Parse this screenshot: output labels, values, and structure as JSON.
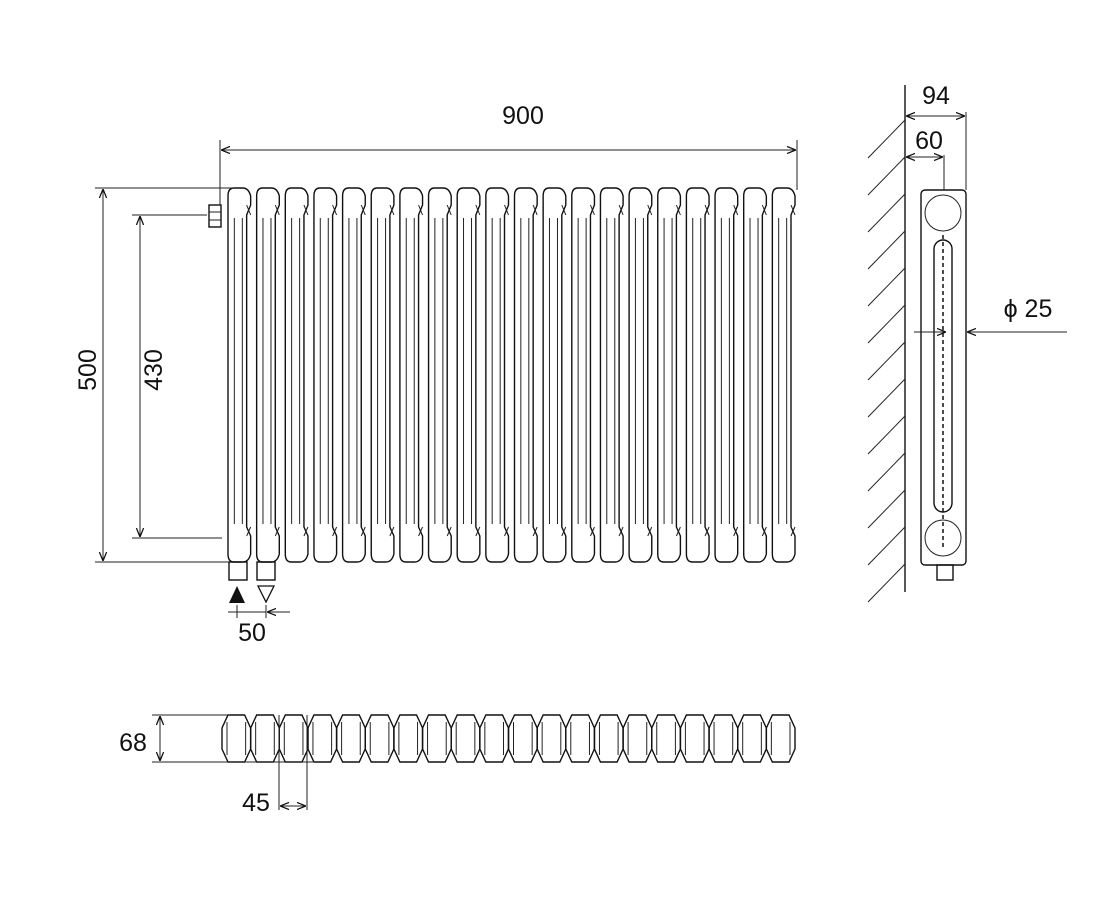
{
  "drawing": {
    "section_count": 20,
    "dimensions": {
      "width": "900",
      "height": "500",
      "axis_distance": "430",
      "connection_spacing": "50",
      "depth": "68",
      "section_pitch": "45",
      "wall_to_front": "94",
      "wall_to_axis": "60",
      "pipe_diameter": "ϕ 25"
    },
    "colors": {
      "line": "#111111",
      "background": "#ffffff"
    }
  }
}
